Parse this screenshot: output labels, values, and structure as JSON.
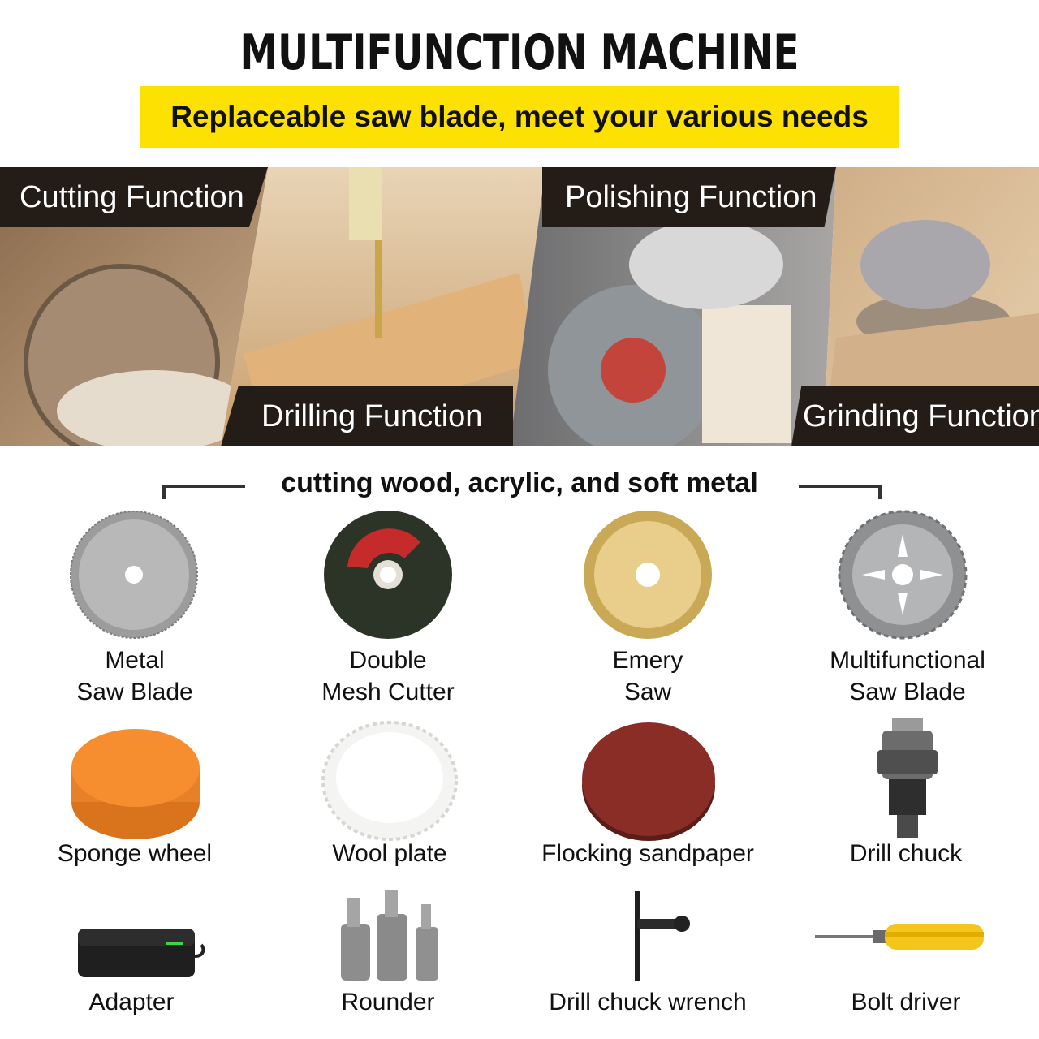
{
  "header": {
    "title": "MULTIFUNCTION MACHINE",
    "subtitle": "Replaceable saw blade, meet your various needs"
  },
  "functions": [
    {
      "label": "Cutting Function"
    },
    {
      "label": "Drilling Function"
    },
    {
      "label": "Polishing Function"
    },
    {
      "label": "Grinding Function"
    }
  ],
  "caption": "cutting wood, acrylic, and soft metal",
  "items": [
    {
      "line1": "Metal",
      "line2": "Saw Blade",
      "icon": "metal-saw-blade-icon"
    },
    {
      "line1": "Double",
      "line2": "Mesh Cutter",
      "icon": "mesh-cutter-icon"
    },
    {
      "line1": "Emery",
      "line2": "Saw",
      "icon": "emery-saw-icon"
    },
    {
      "line1": "Multifunctional",
      "line2": "Saw Blade",
      "icon": "multifunctional-blade-icon"
    },
    {
      "line1": "Sponge wheel",
      "icon": "sponge-wheel-icon"
    },
    {
      "line1": "Wool plate",
      "icon": "wool-plate-icon"
    },
    {
      "line1": "Flocking sandpaper",
      "icon": "sandpaper-icon"
    },
    {
      "line1": "Drill chuck",
      "icon": "drill-chuck-icon"
    },
    {
      "line1": "Adapter",
      "icon": "adapter-icon"
    },
    {
      "line1": "Rounder",
      "icon": "rounder-icon"
    },
    {
      "line1": "Drill chuck wrench",
      "icon": "chuck-wrench-icon"
    },
    {
      "line1": "Bolt driver",
      "icon": "screwdriver-icon"
    }
  ],
  "colors": {
    "banner": "#fde102",
    "label_bg": "#231c17"
  }
}
